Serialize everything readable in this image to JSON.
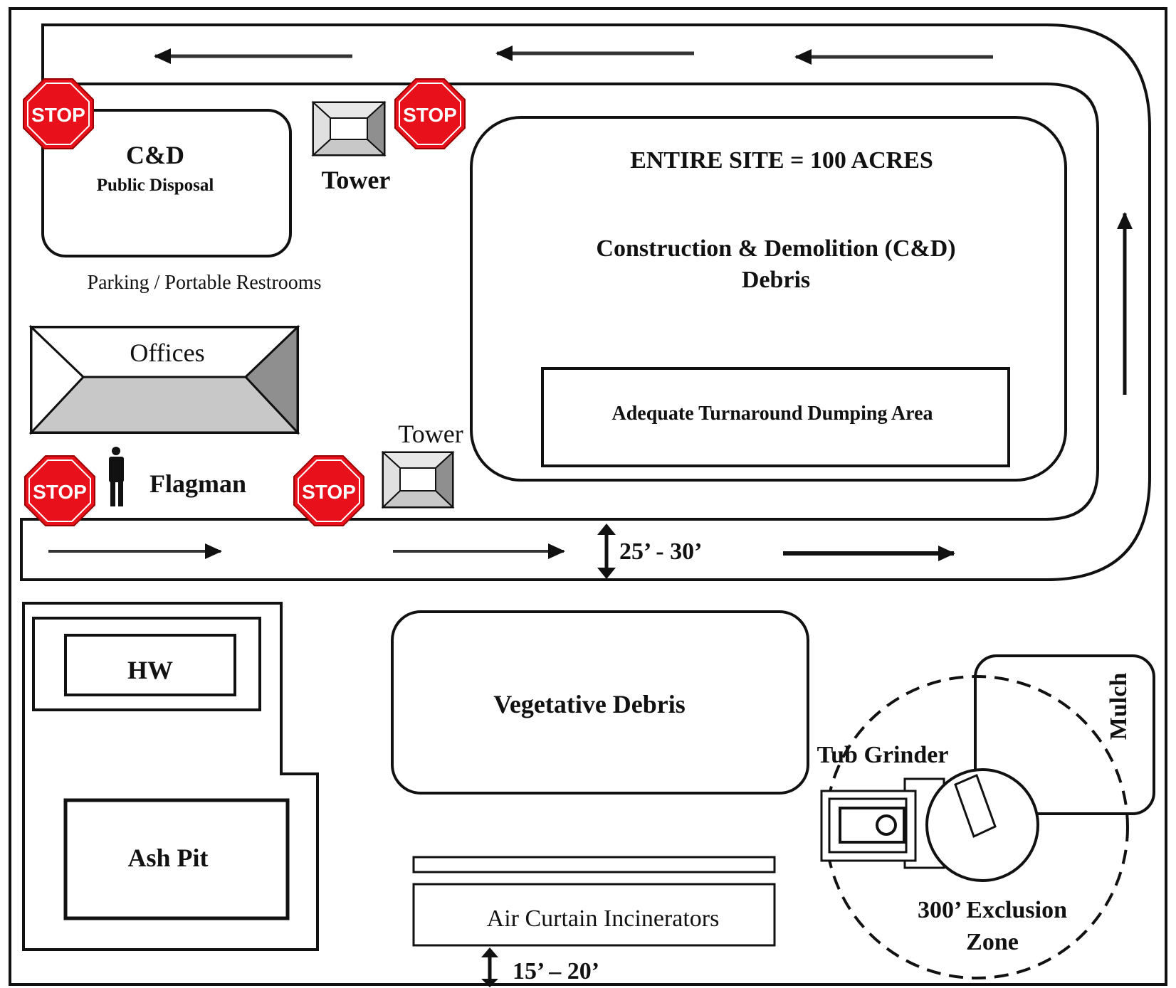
{
  "labels": {
    "site_area": "ENTIRE SITE = 100 ACRES",
    "cd_debris_line1": "Construction & Demolition (C&D)",
    "cd_debris_line2": "Debris",
    "turnaround": "Adequate Turnaround Dumping Area",
    "cd_public_title": "C&D",
    "cd_public_sub": "Public Disposal",
    "tower_top": "Tower",
    "tower_bottom": "Tower",
    "parking": "Parking / Portable Restrooms",
    "offices": "Offices",
    "flagman": "Flagman",
    "road_width": "25’ - 30’",
    "hw": "HW",
    "ash_pit": "Ash Pit",
    "vegetative": "Vegetative Debris",
    "tub_grinder": "Tub Grinder",
    "mulch": "Mulch",
    "exclusion_line1": "300’ Exclusion",
    "exclusion_line2": "Zone",
    "incinerators": "Air Curtain Incinerators",
    "incinerator_gap": "15’ – 20’"
  },
  "stop_sign_text": "STOP",
  "colors": {
    "stop_red": "#e8101a",
    "roof_light": "#c8c8c8",
    "roof_dark": "#8f8f8f",
    "line": "#111111"
  }
}
